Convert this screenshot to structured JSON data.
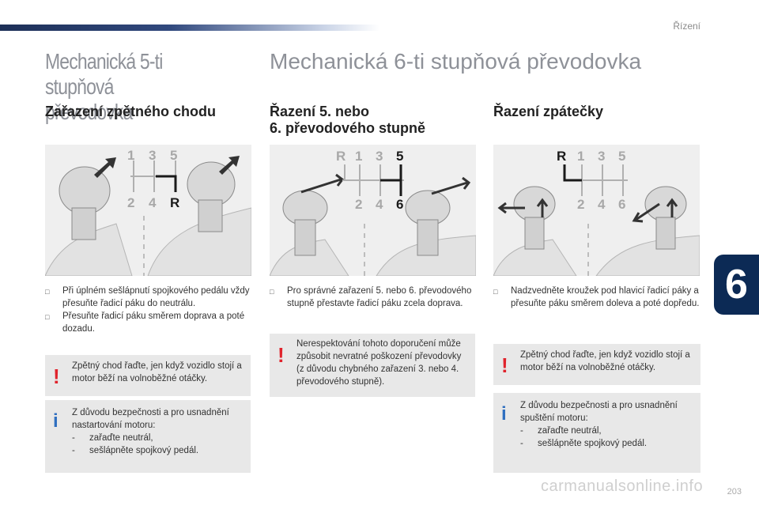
{
  "header": {
    "section": "Řízení"
  },
  "chapter_number": "6",
  "page_number": "203",
  "watermark": "carmanualsonline.info",
  "left_column": {
    "title_line1": "Mechanická 5-ti stupňová",
    "title_line2": "převodovka",
    "subtitle": "Zařazení zpětného chodu",
    "diagram": {
      "top": [
        "1",
        "3",
        "5"
      ],
      "bottom": [
        "2",
        "4",
        "R"
      ]
    },
    "bullets": [
      "Při úplném sešlápnutí spojkového pedálu vždy přesuňte řadicí páku do neutrálu.",
      "Přesuňte řadicí páku směrem doprava a poté dozadu."
    ],
    "warning": "Zpětný chod řaďte, jen když vozidlo stojí a motor běží na volnoběžné otáčky.",
    "info": {
      "intro": "Z důvodu bezpečnosti a pro usnadnění nastartování motoru:",
      "items": [
        "zařaďte neutrál,",
        "sešlápněte spojkový pedál."
      ]
    }
  },
  "six_speed": {
    "title": "Mechanická 6-ti stupňová převodovka",
    "middle_column": {
      "subtitle_line1": "Řazení 5. nebo",
      "subtitle_line2": "6. převodového stupně",
      "diagram": {
        "top": [
          "R",
          "1",
          "3",
          "5"
        ],
        "bottom": [
          "2",
          "4",
          "6"
        ]
      },
      "bullets": [
        "Pro správné zařazení 5. nebo 6. převodového stupně přestavte řadicí páku zcela doprava."
      ],
      "warning": "Nerespektování tohoto doporučení může způsobit nevratné poškození převodovky (z důvodu chybného zařazení 3. nebo 4. převodového stupně)."
    },
    "right_column": {
      "subtitle": "Řazení zpátečky",
      "diagram": {
        "top": [
          "R",
          "1",
          "3",
          "5"
        ],
        "bottom": [
          "2",
          "4",
          "6"
        ]
      },
      "bullets": [
        "Nadzvedněte kroužek pod hlavicí řadicí páky a přesuňte páku směrem doleva a poté dopředu."
      ],
      "warning": "Zpětný chod řaďte, jen když vozidlo stojí a motor běží na volnoběžné otáčky.",
      "info": {
        "intro": "Z důvodu bezpečnosti a pro usnadnění spuštění motoru:",
        "items": [
          "zařaďte neutrál,",
          "sešlápněte spojkový pedál."
        ]
      }
    }
  },
  "icons": {
    "bullet": "square-bullet-icon",
    "warning": "exclamation-icon",
    "info": "info-icon"
  },
  "colors": {
    "warning": "#e0232c",
    "info": "#2f6fc0",
    "chapter_tab": "#0c2a55",
    "note_bg": "#e8e8e8"
  }
}
